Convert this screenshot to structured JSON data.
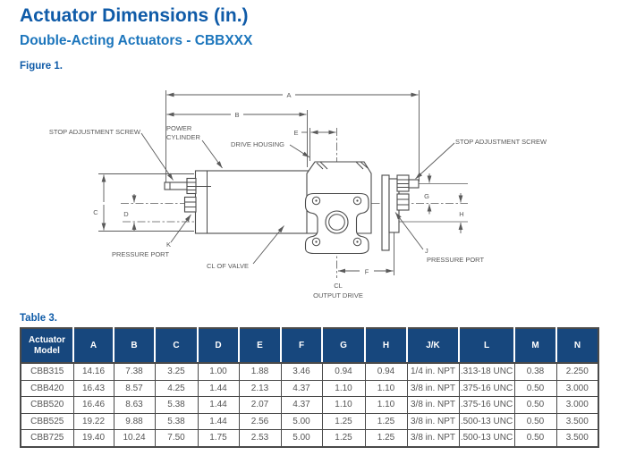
{
  "page": {
    "title": "Actuator Dimensions (in.)",
    "subtitle": "Double-Acting Actuators - CBBXXX",
    "figure_label": "Figure 1.",
    "table_label": "Table 3."
  },
  "figure": {
    "labels": {
      "stop_screw_left": "STOP ADJUSTMENT SCREW",
      "power_cylinder_1": "POWER",
      "power_cylinder_2": "CYLINDER",
      "drive_housing": "DRIVE HOUSING",
      "stop_screw_right": "STOP ADJUSTMENT SCREW",
      "pressure_port_k_letter": "K",
      "pressure_port_k": "PRESSURE PORT",
      "cl_of_valve": "CL OF VALVE",
      "pressure_port_j_letter": "J",
      "pressure_port_j": "PRESSURE PORT",
      "cl_output_line1": "CL",
      "cl_output_line2": "OUTPUT DRIVE"
    },
    "dims": {
      "a": "A",
      "b": "B",
      "c": "C",
      "d": "D",
      "e": "E",
      "f": "F",
      "g": "G",
      "h": "H"
    }
  },
  "table": {
    "columns": [
      "Actuator Model",
      "A",
      "B",
      "C",
      "D",
      "E",
      "F",
      "G",
      "H",
      "J/K",
      "L",
      "M",
      "N"
    ],
    "rows": [
      [
        "CBB315",
        "14.16",
        "7.38",
        "3.25",
        "1.00",
        "1.88",
        "3.46",
        "0.94",
        "0.94",
        "1/4 in. NPT",
        ".313-18 UNC",
        "0.38",
        "2.250"
      ],
      [
        "CBB420",
        "16.43",
        "8.57",
        "4.25",
        "1.44",
        "2.13",
        "4.37",
        "1.10",
        "1.10",
        "3/8 in. NPT",
        ".375-16 UNC",
        "0.50",
        "3.000"
      ],
      [
        "CBB520",
        "16.46",
        "8.63",
        "5.38",
        "1.44",
        "2.07",
        "4.37",
        "1.10",
        "1.10",
        "3/8 in. NPT",
        ".375-16 UNC",
        "0.50",
        "3.000"
      ],
      [
        "CBB525",
        "19.22",
        "9.88",
        "5.38",
        "1.44",
        "2.56",
        "5.00",
        "1.25",
        "1.25",
        "3/8 in. NPT",
        ".500-13 UNC",
        "0.50",
        "3.500"
      ],
      [
        "CBB725",
        "19.40",
        "10.24",
        "7.50",
        "1.75",
        "2.53",
        "5.00",
        "1.25",
        "1.25",
        "3/8 in. NPT",
        ".500-13 UNC",
        "0.50",
        "3.500"
      ]
    ]
  },
  "colors": {
    "title_blue": "#0f5ba8",
    "subtitle_blue": "#1b75bc",
    "table_header_bg": "#17477d",
    "line_gray": "#4a4a4a",
    "label_gray": "#585858"
  }
}
